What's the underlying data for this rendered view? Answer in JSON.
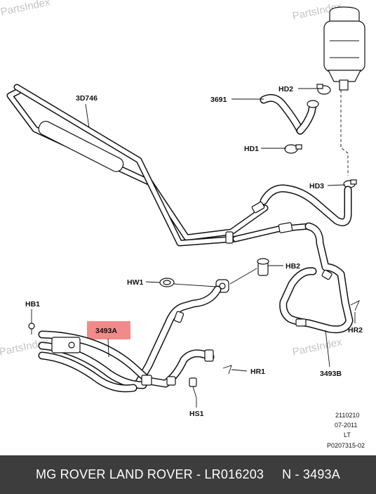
{
  "watermark": "PartsIndex",
  "callouts": {
    "hose_3d746": "3D746",
    "reservoir_3691": "3691",
    "clamp_hd2": "HD2",
    "clamp_hd1": "HD1",
    "clamp_hd3": "HD3",
    "washer_hw1": "HW1",
    "bolt_hb2": "HB2",
    "bolt_hb1": "HB1",
    "pipe_3493a": "3493A",
    "clip_hr2": "HR2",
    "clip_hr1": "HR1",
    "hose_3493b": "3493B",
    "screw_hs1": "HS1"
  },
  "highlight_color": "#f28a8a",
  "drawing_ref": [
    "2110210",
    "07-2011",
    "LT",
    "P0207315-02"
  ],
  "footer": {
    "left": "MG ROVER LAND ROVER - LR016203",
    "right": "N - 3493A"
  }
}
